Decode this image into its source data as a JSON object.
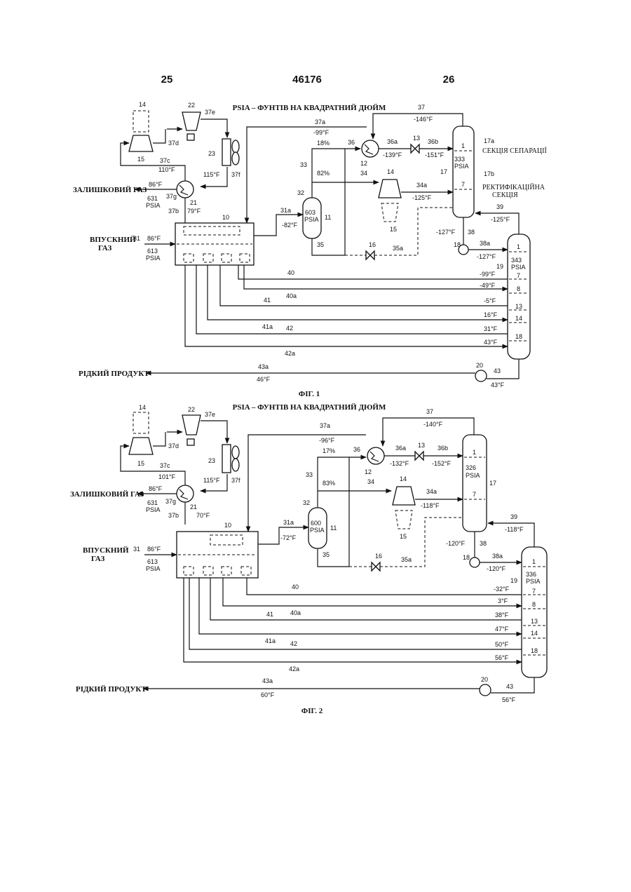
{
  "header": {
    "left": "25",
    "center": "46176",
    "right": "26"
  },
  "fig1": {
    "caption": "ФІГ. 1",
    "psia_note": "PSIA – ФУНТІВ НА КВАДРАТНИЙ ДЮЙМ",
    "residue_gas": "ЗАЛИШКОВИЙ ГАЗ",
    "inlet_gas_1": "ВПУСКНИЙ",
    "inlet_gas_2": "ГАЗ",
    "liquid_product": "РІДКИЙ ПРОДУКТ",
    "separation_section": "СЕКЦІЯ СЕПАРАЦІЇ",
    "rectifying_1": "РЕКТИФІКАЦІЙНА",
    "rectifying_2": "СЕКЦІЯ",
    "inlet_temp": "86°F",
    "inlet_press": "613",
    "psia": "PSIA",
    "residue_temp": "86°F",
    "residue_press": "631",
    "t_37c": "110°F",
    "t_37f": "115°F",
    "t_37b": "79°F",
    "t_37a": "-99°F",
    "t_37": "-146°F",
    "t_36a": "-139°F",
    "t_36b": "-151°F",
    "t_34a": "-125°F",
    "t_31a": "-82°F",
    "t_38": "-127°F",
    "t_38a": "-127°F",
    "t_39": "-125°F",
    "split_18": "18%",
    "split_82": "82%",
    "sep_press": "603",
    "top_press": "333",
    "bot_press": "343",
    "side_40": "-99°F",
    "side_40a": "-49°F",
    "side_41": "-5°F",
    "side_41a": "16°F",
    "side_42": "31°F",
    "side_42a": "43°F",
    "t_43": "43°F",
    "t_43a": "46°F"
  },
  "fig2": {
    "caption": "ФІГ. 2",
    "psia_note": "PSIA – ФУНТІВ НА КВАДРАТНИЙ ДЮЙМ",
    "residue_gas": "ЗАЛИШКОВИЙ ГАЗ",
    "inlet_gas_1": "ВПУСКНИЙ",
    "inlet_gas_2": "ГАЗ",
    "liquid_product": "РІДКИЙ ПРОДУКТ",
    "inlet_temp": "86°F",
    "inlet_press": "613",
    "psia": "PSIA",
    "residue_temp": "86°F",
    "residue_press": "631",
    "t_37c": "101°F",
    "t_37f": "115°F",
    "t_37b": "70°F",
    "t_37a": "-96°F",
    "t_37": "-140°F",
    "t_36a": "-132°F",
    "t_36b": "-152°F",
    "t_34a": "-118°F",
    "t_31a": "-72°F",
    "t_38": "-120°F",
    "t_38a": "-120°F",
    "t_39": "-118°F",
    "split_17": "17%",
    "split_83": "83%",
    "sep_press": "600",
    "top_press": "326",
    "bot_press": "336",
    "side_40": "-32°F",
    "side_40a": "3°F",
    "side_41": "38°F",
    "side_41a": "47°F",
    "side_42": "50°F",
    "side_42a": "56°F",
    "t_43": "56°F",
    "t_43a": "60°F"
  },
  "tags": {
    "n10": "10",
    "n11": "11",
    "n12": "12",
    "n13": "13",
    "n14": "14",
    "n15": "15",
    "n16": "16",
    "n17": "17",
    "n17a": "17a",
    "n17b": "17b",
    "n18": "18",
    "n19": "19",
    "n20": "20",
    "n21": "21",
    "n22": "22",
    "n23": "23",
    "n31": "31",
    "n31a": "31a",
    "n32": "32",
    "n33": "33",
    "n34": "34",
    "n34a": "34a",
    "n35": "35",
    "n35a": "35a",
    "n36": "36",
    "n36a": "36a",
    "n36b": "36b",
    "n37": "37",
    "n37a": "37a",
    "n37b": "37b",
    "n37c": "37c",
    "n37d": "37d",
    "n37e": "37e",
    "n37f": "37f",
    "n37g": "37g",
    "n38": "38",
    "n38a": "38a",
    "n39": "39",
    "n40": "40",
    "n40a": "40a",
    "n41": "41",
    "n41a": "41a",
    "n42": "42",
    "n42a": "42a",
    "n43": "43",
    "n43a": "43a",
    "t1": "1",
    "t7": "7",
    "t8": "8",
    "t13": "13",
    "t14": "14",
    "t18": "18"
  }
}
